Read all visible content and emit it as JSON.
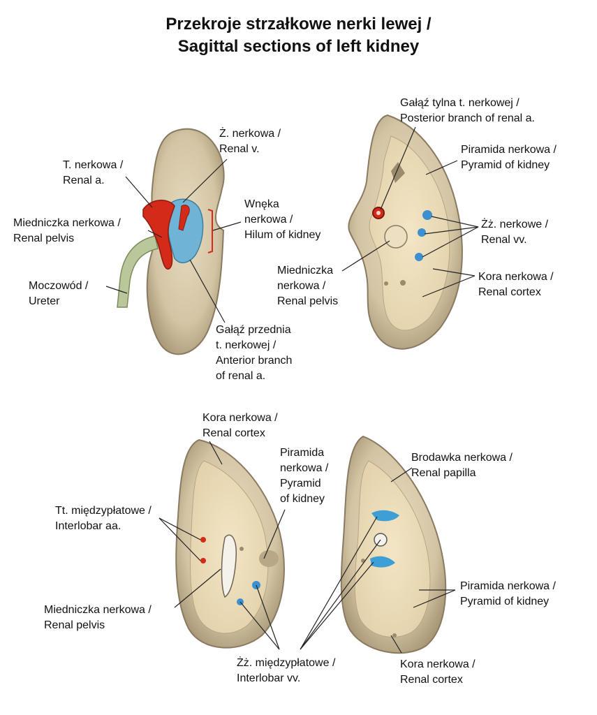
{
  "title": {
    "line1": "Przekroje strzałkowe nerki lewej /",
    "line2": "Sagittal sections of left kidney"
  },
  "colors": {
    "kidney_fill": "#d6c9ad",
    "kidney_outline": "#8a7a62",
    "artery": "#d42a1a",
    "vein": "#6fb4d6",
    "ureter": "#b9c79a",
    "leader_line": "#222222"
  },
  "figure1": {
    "renal_vein": "Ż. nerkowa /\nRenal v.",
    "renal_artery": "T. nerkowa /\nRenal a.",
    "hilum": "Wnęka\nnerkowa /\nHilum of kidney",
    "renal_pelvis": "Miedniczka nerkowa /\nRenal pelvis",
    "ureter": "Moczowód /\nUreter",
    "anterior_branch": "Gałąź przednia\nt. nerkowej /\nAnterior branch\nof renal a."
  },
  "figure2": {
    "posterior_branch": "Gałąź tylna t. nerkowej /\nPosterior branch of renal a.",
    "pyramid": "Piramida nerkowa /\nPyramid of kidney",
    "renal_veins": "Żż. nerkowe /\nRenal vv.",
    "renal_pelvis": "Miedniczka\nnerkowa /\nRenal pelvis",
    "cortex": "Kora nerkowa /\nRenal cortex"
  },
  "figure3": {
    "cortex": "Kora nerkowa /\nRenal cortex",
    "pyramid": "Piramida\nnerkowa /\nPyramid\nof kidney",
    "interlobar_arteries": "Tt. międzypłatowe /\nInterlobar aa.",
    "renal_pelvis": "Miedniczka nerkowa /\nRenal pelvis"
  },
  "figure4": {
    "papilla": "Brodawka nerkowa /\nRenal papilla",
    "pyramid": "Piramida nerkowa /\nPyramid of kidney",
    "interlobar_veins": "Żż. międzypłatowe /\nInterlobar vv.",
    "cortex": "Kora nerkowa /\nRenal cortex"
  }
}
